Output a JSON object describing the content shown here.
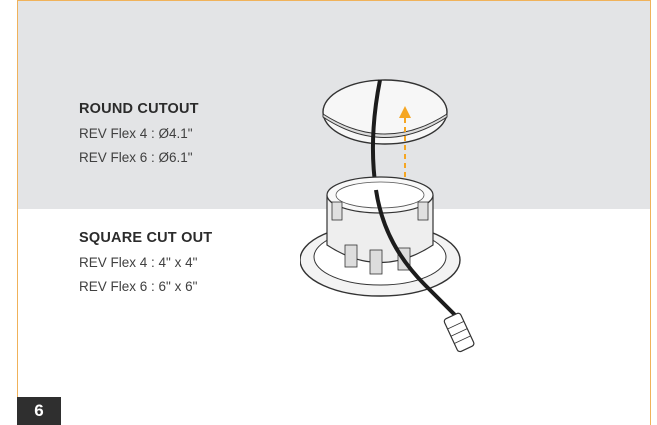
{
  "round": {
    "heading": "ROUND CUTOUT",
    "lines": [
      "REV Flex 4 : Ø4.1\"",
      "REV Flex 6 : Ø6.1\""
    ]
  },
  "square": {
    "heading": "SQUARE CUT OUT",
    "lines": [
      "REV Flex 4 : 4\" x 4\"",
      "REV Flex 6 : 6\" x 6\""
    ]
  },
  "page_number": "6",
  "colors": {
    "accent": "#f0b25a",
    "arrow": "#f5a623",
    "band": "#e3e4e6",
    "page_badge": "#2f2f2f"
  },
  "illustration": {
    "icon": "recessed-speaker-mount-with-cable-icon"
  }
}
